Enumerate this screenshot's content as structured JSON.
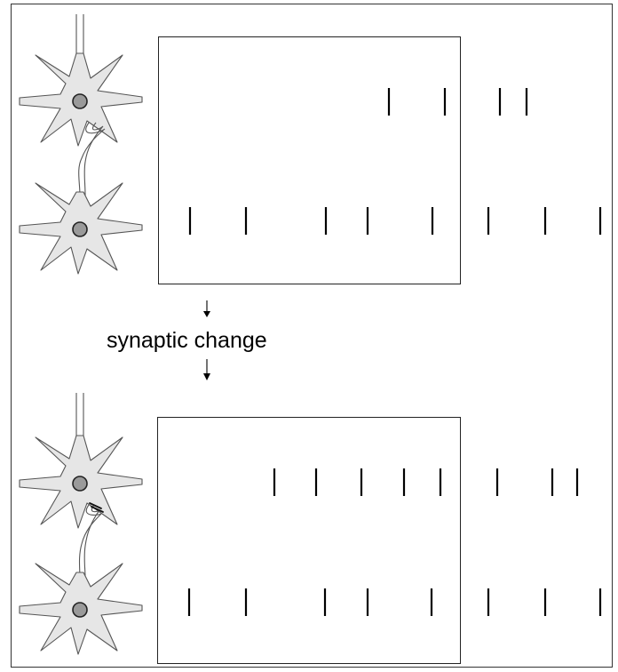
{
  "caption": {
    "text": "synaptic change"
  },
  "colors": {
    "neuron_fill": "#e6e6e6",
    "neuron_stroke": "#555555",
    "nucleus_fill": "#9a9a9a",
    "spike": "#000000",
    "frame": "#222222"
  },
  "panels": [
    {
      "id": "before",
      "strengthened_synapse": false,
      "spike_trains": [
        {
          "neuron": "upper",
          "spike_count": 4
        },
        {
          "neuron": "lower",
          "spike_count": 8
        }
      ]
    },
    {
      "id": "after",
      "strengthened_synapse": true,
      "spike_trains": [
        {
          "neuron": "upper",
          "spike_count": 8
        },
        {
          "neuron": "lower",
          "spike_count": 8
        }
      ]
    }
  ],
  "icons": {
    "neuron": "neuron-icon",
    "arrow": "arrow-down-icon",
    "synapse": "synapse-icon"
  }
}
